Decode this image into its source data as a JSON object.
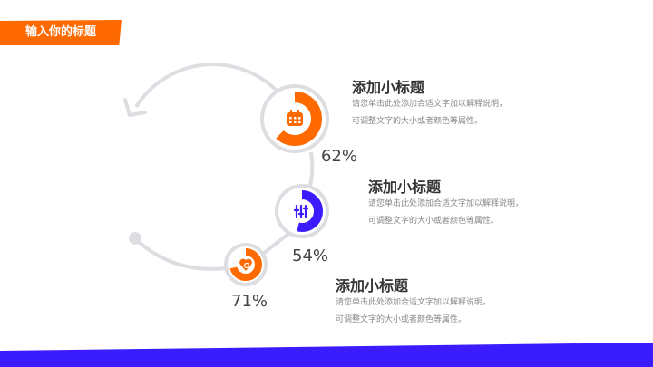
{
  "header": {
    "title": "输入你的标题"
  },
  "colors": {
    "orange": "#ff6a00",
    "blue": "#3a1cff",
    "track": "#dcdee2",
    "bar": "#3a1cff"
  },
  "items": [
    {
      "title": "添加小标题",
      "desc1": "请您单击此处添加合适文字加以解释说明，",
      "desc2": "可调整文字的大小或者颜色等属性。",
      "percent": "62%",
      "value": 62,
      "icon": "calendar-icon",
      "color": "#ff6a00"
    },
    {
      "title": "添加小标题",
      "desc1": "请您单击此处添加合适文字加以解释说明，",
      "desc2": "可调整文字的大小或者颜色等属性。",
      "percent": "54%",
      "value": 54,
      "icon": "sliders-icon",
      "color": "#3a1cff"
    },
    {
      "title": "添加小标题",
      "desc1": "请您单击此处添加合适文字加以解释说明，",
      "desc2": "可调整文字的大小或者颜色等属性。",
      "percent": "71%",
      "value": 71,
      "icon": "heart-search-icon",
      "color": "#ff6a00"
    }
  ]
}
